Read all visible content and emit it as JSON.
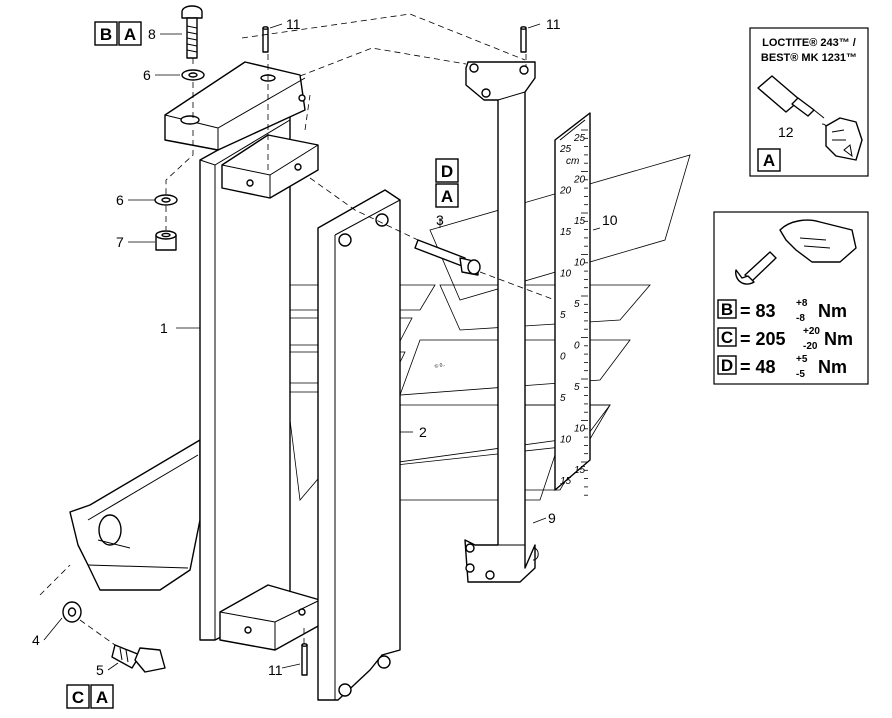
{
  "callouts": {
    "c1": "1",
    "c2": "2",
    "c3": "3",
    "c4": "4",
    "c5": "5",
    "c6a": "6",
    "c6b": "6",
    "c7": "7",
    "c8": "8",
    "c9": "9",
    "c10": "10",
    "c11a": "11",
    "c11b": "11",
    "c11c": "11",
    "c12": "12"
  },
  "ref_boxes": {
    "ba": [
      "B",
      "A"
    ],
    "da": [
      "D",
      "A"
    ],
    "ca": [
      "C",
      "A"
    ]
  },
  "loctite": {
    "line1": "LOCTITE® 243™ /",
    "line2": "BEST® MK 1231™",
    "box": "A",
    "callout": "12"
  },
  "torque": [
    {
      "box": "B",
      "prefix": "= 83",
      "sup": "+8",
      "sub": "-8",
      "unit": "Nm"
    },
    {
      "box": "C",
      "prefix": "= 205",
      "sup": "+20",
      "sub": "-20",
      "unit": "Nm"
    },
    {
      "box": "D",
      "prefix": "= 48",
      "sup": "+5",
      "sub": "-5",
      "unit": "Nm"
    }
  ],
  "scale": {
    "labels": [
      "25",
      "20",
      "15",
      "10",
      "5",
      "0",
      "5",
      "10",
      "15"
    ],
    "unit": "cm"
  }
}
